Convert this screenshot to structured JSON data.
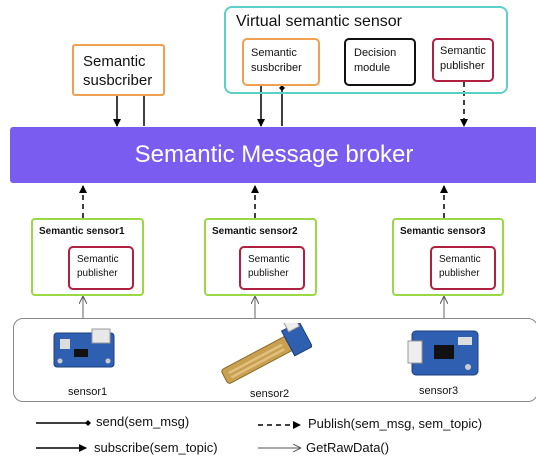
{
  "broker": {
    "label": "Semantic Message broker",
    "color": "#7b5cf0"
  },
  "virtual_sensor": {
    "title": "Virtual semantic sensor",
    "subscriber": "Semantic\nsusbcriber",
    "decision": "Decision\nmodule",
    "publisher": "Semantic\npublisher"
  },
  "standalone_subscriber": "Semantic\nsusbcriber",
  "sensors": [
    {
      "title": "Semantic sensor1",
      "publisher": "Semantic\npublisher",
      "device_label": "sensor1"
    },
    {
      "title": "Semantic sensor2",
      "publisher": "Semantic\npublisher",
      "device_label": "sensor2"
    },
    {
      "title": "Semantic sensor3",
      "publisher": "Semantic\npublisher",
      "device_label": "sensor3"
    }
  ],
  "legend": {
    "send": "send(sem_msg)",
    "subscribe": "subscribe(sem_topic)",
    "publish": "Publish(sem_msg, sem_topic)",
    "raw": "GetRawData()"
  },
  "colors": {
    "orange": "#f0a050",
    "teal": "#5ad0c8",
    "green": "#9ad846",
    "crimson": "#b02040",
    "board_blue": "#2f5fb0"
  }
}
